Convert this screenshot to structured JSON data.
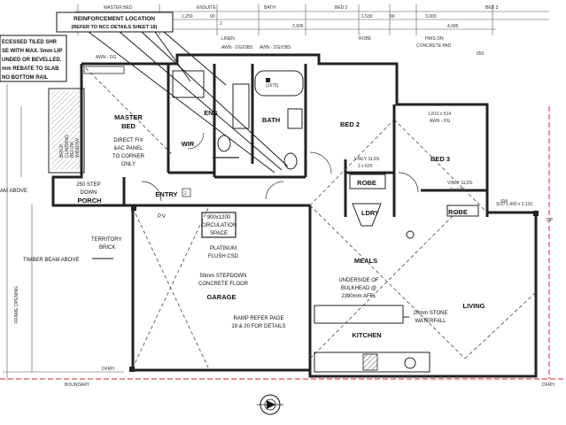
{
  "top_dimension_labels": {
    "master_bed": "MASTER BED",
    "ensuite": "ENSUITE",
    "bath": "BATH",
    "bed2": "BED 2",
    "bed3": "BED 3",
    "d_1250": "1,250",
    "d_90a": "90",
    "d_1530": "1,530",
    "d_90b": "90",
    "d_3000": "3,000",
    "d_2995": "2,995",
    "d_4085": "4,085"
  },
  "header_note": {
    "line1": "REINFORCEMENT LOCATION",
    "line2": "(REFER TO NCC DETAILS SHEET 18)"
  },
  "left_notes": {
    "recessed": [
      "ECESSED TILED SHR",
      "SE WITH MAX. 5mm LIP",
      "UNDED OR BEVELLED.",
      "mm REBATE TO SLAB",
      "NO BOTTOM RAIL"
    ],
    "cladding": [
      "BRICK",
      "CLADDING",
      "BELOW",
      "WINDOW"
    ],
    "am_above": "AM ABOVE",
    "timber_beam": "TIMBER BEAM ABOVE",
    "frame_opening": "FRAME OPENING",
    "territory_brick": [
      "TERRITORY",
      "BRICK"
    ]
  },
  "small_labels": {
    "wir_label": "WIR",
    "linen": "LINEN",
    "robe": "ROBE",
    "awn_dg": "AWN - DG",
    "awn_dg_obs": "AWN - DG/OBS",
    "awn_dg_obs2": "AWN - DG/OBS",
    "bath_dim": "(1675)",
    "hws": [
      "HWS ON",
      "CONCRETE PAD"
    ],
    "d_650": "650",
    "dim_1810": "1,810 x 514",
    "vinyl_slds": "VINYL SLDS",
    "bed3_slds": [
      "VINLY SLDS",
      "2 x 620"
    ],
    "bed2_slds": [
      "VINLY SLDS",
      "2 x 620"
    ],
    "sliding_door": "SLD 1,490 x 2,110",
    "dp": "DP",
    "sw": "SW",
    "boundary": "BOUNDARY",
    "dfrh": "DFRH"
  },
  "rooms": {
    "master_bed": [
      "MASTER",
      "BED"
    ],
    "ens": "ENS",
    "bath": "BATH",
    "bed2": "BED 2",
    "bed3": "BED 3",
    "wir": "WIR",
    "entry": "ENTRY",
    "porch": "PORCH",
    "robe": "ROBE",
    "robe2": "ROBE",
    "ldry": "LDRY",
    "meals": "MEALS",
    "living": "LIVING",
    "kitchen": "KITCHEN",
    "garage": "GARAGE"
  },
  "notes": {
    "direct_fix": [
      "DIRECT FIX",
      "&AC PANEL",
      "TO CORNER",
      "ONLY"
    ],
    "step_down": [
      "250 STEP",
      "DOWN"
    ],
    "circulation": [
      "900x1200",
      "CIRCULATION",
      "SPACE"
    ],
    "platinum": [
      "PLATINUM",
      "FLUSH CSD"
    ],
    "stepdown_floor": [
      "50mm STEPDOWN",
      "CONCRETE FLOOR"
    ],
    "ramp": [
      "RAMP REFER PAGE",
      "19 & 20 FOR DETAILS"
    ],
    "bulkhead": [
      "UNDERSIDE OF",
      "BULKHEAD @",
      "2390mm AFFL"
    ],
    "stone": [
      "20mm STONE",
      "WATERFALL"
    ],
    "pv": "P.V"
  },
  "symbols": {
    "two": "2",
    "entry_tag": "2"
  }
}
